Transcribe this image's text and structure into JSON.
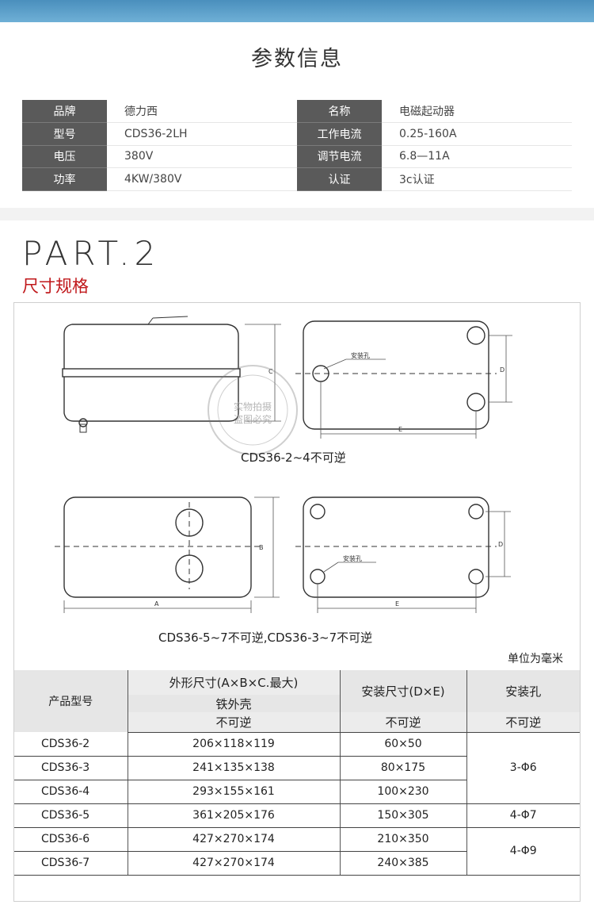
{
  "section_title": "参数信息",
  "params": {
    "rows": [
      {
        "k1": "品牌",
        "v1": "德力西",
        "k2": "名称",
        "v2": "电磁起动器"
      },
      {
        "k1": "型号",
        "v1": "CDS36-2LH",
        "k2": "工作电流",
        "v2": "0.25-160A"
      },
      {
        "k1": "电压",
        "v1": "380V",
        "k2": "调节电流",
        "v2": "6.8—11A"
      },
      {
        "k1": "功率",
        "v1": "4KW/380V",
        "k2": "认证",
        "v2": "3c认证"
      }
    ]
  },
  "part": {
    "title": "PART.2",
    "subtitle": "尺寸规格"
  },
  "drawings": {
    "caption1": "CDS36-2~4不可逆",
    "caption2": "CDS36-5~7不可逆,CDS36-3~7不可逆",
    "hole_label": "安装孔",
    "dim_a": "A",
    "dim_b": "B",
    "dim_c": "C",
    "dim_d": "D",
    "dim_e": "E",
    "watermark_line1": "实物拍摄",
    "watermark_line2": "盗图必究"
  },
  "unit_note": "单位为毫米",
  "spec_table": {
    "h_model": "产品型号",
    "h_outer": "外形尺寸(A×B×C.最大)",
    "h_outer_sub": "铁外壳",
    "h_mount": "安装尺寸(D×E)",
    "h_hole": "安装孔",
    "h_irreversible": "不可逆",
    "rows": [
      {
        "model": "CDS36-2",
        "outer": "206×118×119",
        "mount": "60×50"
      },
      {
        "model": "CDS36-3",
        "outer": "241×135×138",
        "mount": "80×175"
      },
      {
        "model": "CDS36-4",
        "outer": "293×155×161",
        "mount": "100×230"
      },
      {
        "model": "CDS36-5",
        "outer": "361×205×176",
        "mount": "150×305"
      },
      {
        "model": "CDS36-6",
        "outer": "427×270×174",
        "mount": "210×350"
      },
      {
        "model": "CDS36-7",
        "outer": "427×270×174",
        "mount": "240×385"
      }
    ],
    "hole_groups": [
      "3-Φ6",
      "4-Φ7",
      "4-Φ9"
    ]
  }
}
